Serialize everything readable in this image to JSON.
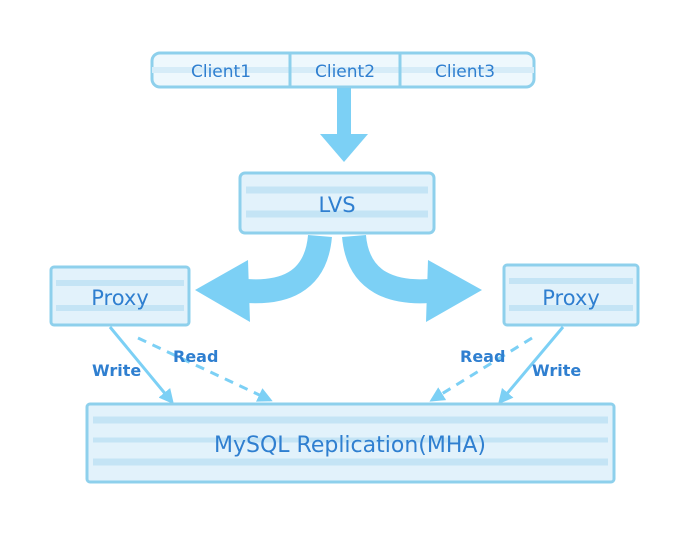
{
  "clients": {
    "items": [
      {
        "label": "Client1"
      },
      {
        "label": "Client2"
      },
      {
        "label": "Client3"
      }
    ]
  },
  "lvs": {
    "label": "LVS"
  },
  "proxy_left": {
    "label": "Proxy",
    "write_label": "Write",
    "read_label": "Read"
  },
  "proxy_right": {
    "label": "Proxy",
    "write_label": "Write",
    "read_label": "Read"
  },
  "database": {
    "label": "MySQL Replication(MHA)"
  },
  "colors": {
    "stroke": "#8ed0ec",
    "fill": "#e2f2fb",
    "stripe": "#c4e4f5",
    "arrow": "#7cd0f5",
    "text": "#2f7fd0"
  }
}
